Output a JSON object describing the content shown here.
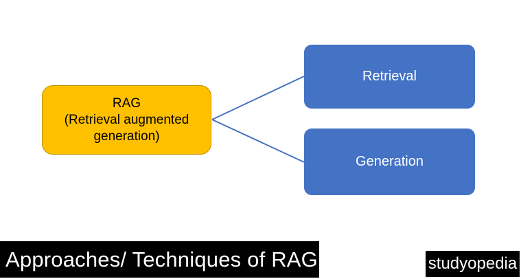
{
  "diagram": {
    "root_node": {
      "title": "RAG",
      "subtitle": "(Retrieval augmented generation)",
      "fill": "#FFC000",
      "border": "#BF9000",
      "text_color": "#000000"
    },
    "branches": [
      {
        "label": "Retrieval",
        "fill": "#4472C4",
        "text_color": "#FFFFFF"
      },
      {
        "label": "Generation",
        "fill": "#4472C4",
        "text_color": "#FFFFFF"
      }
    ],
    "connector_color": "#4472C4"
  },
  "title_banner": {
    "text": "Approaches/ Techniques of RAG",
    "bg": "#000000",
    "color": "#FFFFFF"
  },
  "watermark": {
    "text": "studyopedia",
    "bg": "#000000",
    "color": "#FFFFFF"
  }
}
